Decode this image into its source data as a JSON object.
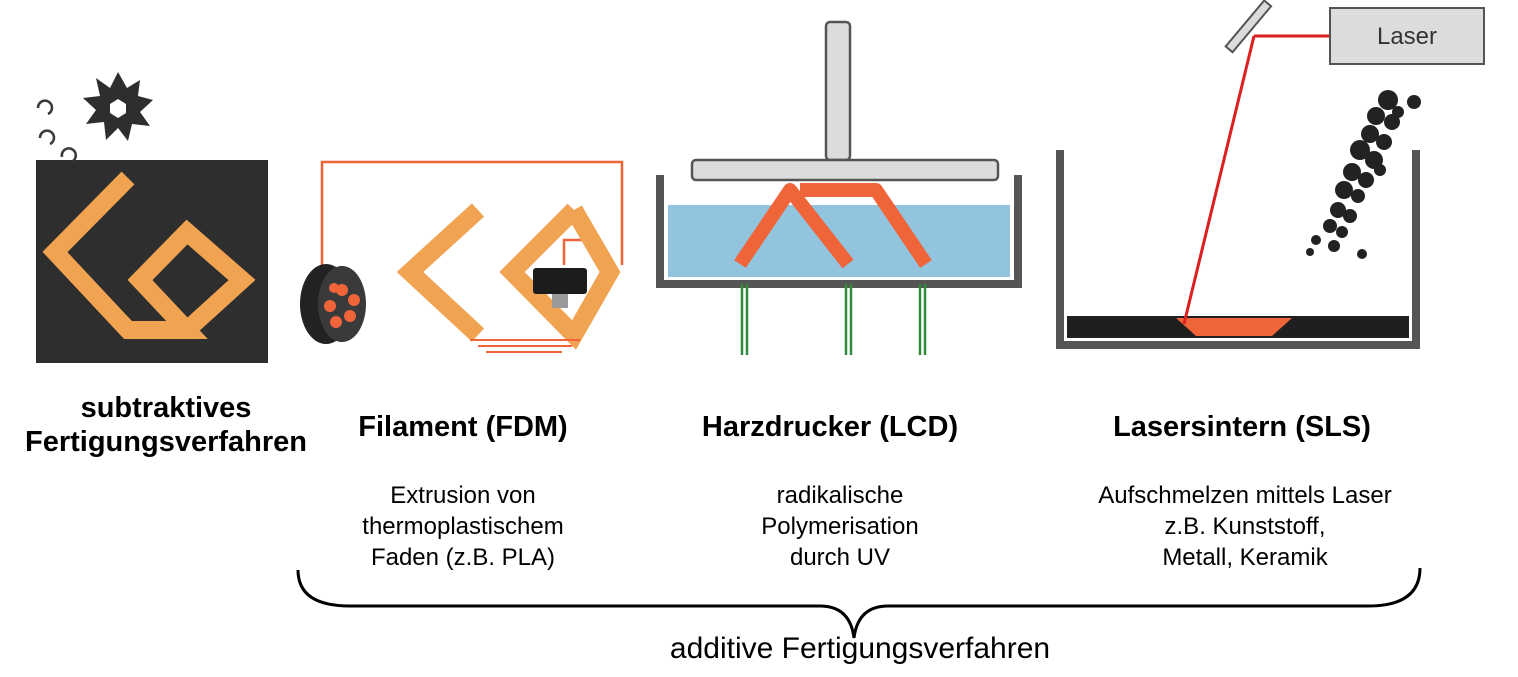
{
  "panels": {
    "subtractive": {
      "title_line1": "subtraktives",
      "title_line2": "Fertigungsverfahren"
    },
    "fdm": {
      "title": "Filament (FDM)",
      "desc": [
        "Extrusion von",
        "thermoplastischem",
        "Faden (z.B. PLA)"
      ]
    },
    "lcd": {
      "title": "Harzdrucker (LCD)",
      "desc": [
        "radikalische",
        "Polymerisation",
        "durch UV"
      ]
    },
    "sls": {
      "title": "Lasersintern (SLS)",
      "laser_label": "Laser",
      "desc": [
        "Aufschmelzen mittels Laser",
        "z.B. Kunststoff,",
        "Metall, Keramik"
      ]
    }
  },
  "group_label": "additive Fertigungsverfahren",
  "colors": {
    "orange_part": "#f0a452",
    "orange_red": "#f0643a",
    "dark_block": "#2e2e2e",
    "resin": "#93c4dd",
    "grey_metal": "#dcdcdc",
    "laser_beam": "#dd1f22",
    "uv_light": "#2f8a3a"
  }
}
